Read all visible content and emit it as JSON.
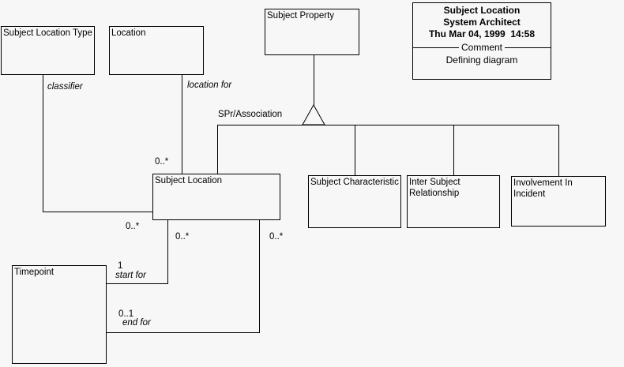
{
  "diagram": {
    "nodes": {
      "subject_location_type": "Subject Location Type",
      "location": "Location",
      "subject_property": "Subject Property",
      "subject_location": "Subject Location",
      "subject_characteristic": "Subject Characteristic",
      "inter_subject_relationship": "Inter Subject Relationship",
      "involvement_in_incident": "Involvement In Incident",
      "timepoint": "Timepoint"
    },
    "edge_labels": {
      "classifier": "classifier",
      "location_for": "location for",
      "spr_association": "SPr/Association",
      "start_for": "start for",
      "end_for": "end for"
    },
    "cardinalities": {
      "location_end": "0..*",
      "classifier_end": "0..*",
      "start_end": "0..*",
      "end_end": "0..*",
      "timepoint_start": "1",
      "timepoint_end": "0..1"
    }
  },
  "title_block": {
    "title": "Subject Location",
    "app": "System Architect",
    "timestamp": "Thu Mar 04, 1999  14:58",
    "section_label": "Comment",
    "comment": "Defining diagram"
  },
  "colors": {
    "background": "#f7f7f7",
    "line": "#000000"
  }
}
